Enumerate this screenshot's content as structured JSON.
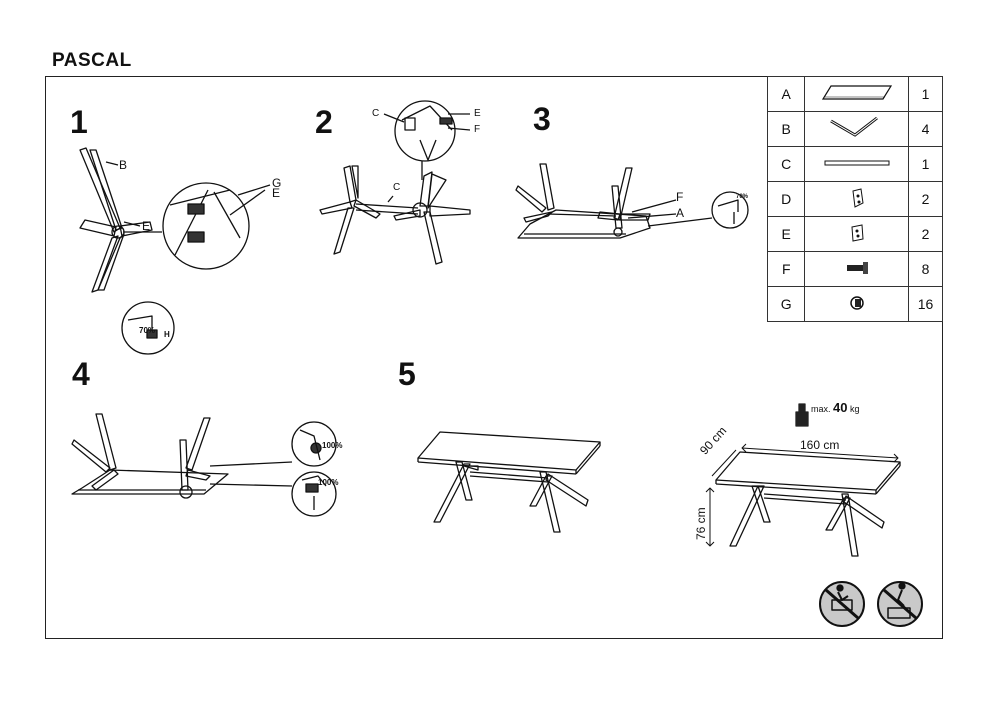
{
  "title": "PASCAL",
  "steps": [
    "1",
    "2",
    "3",
    "4",
    "5"
  ],
  "parts": [
    {
      "letter": "A",
      "icon": "tabletop-icon",
      "qty": "1"
    },
    {
      "letter": "B",
      "icon": "leg-icon",
      "qty": "4"
    },
    {
      "letter": "C",
      "icon": "beam-icon",
      "qty": "1"
    },
    {
      "letter": "D",
      "icon": "bracket-d-icon",
      "qty": "2"
    },
    {
      "letter": "E",
      "icon": "bracket-e-icon",
      "qty": "2"
    },
    {
      "letter": "F",
      "icon": "bolt-icon",
      "qty": "8"
    },
    {
      "letter": "G",
      "icon": "screw-icon",
      "qty": "16"
    }
  ],
  "callouts": {
    "s1_b": "B",
    "s1_e": "E",
    "s1_g": "G",
    "s1_e2": "E",
    "s2_c": "C",
    "s2_c2": "C",
    "s2_e": "E",
    "s2_f": "F",
    "s3_f": "F",
    "s3_a": "A"
  },
  "torque": {
    "s1": "70%",
    "s3": "70%",
    "s4a": "100%",
    "s4b": "100%"
  },
  "tool_h": "H",
  "load": {
    "prefix": "max.",
    "value": "40",
    "unit": "kg"
  },
  "dimensions": {
    "length": "160 cm",
    "width": "90 cm",
    "height": "76 cm"
  },
  "warnings": [
    "no-climb-table-icon",
    "no-stand-on-table-icon"
  ]
}
